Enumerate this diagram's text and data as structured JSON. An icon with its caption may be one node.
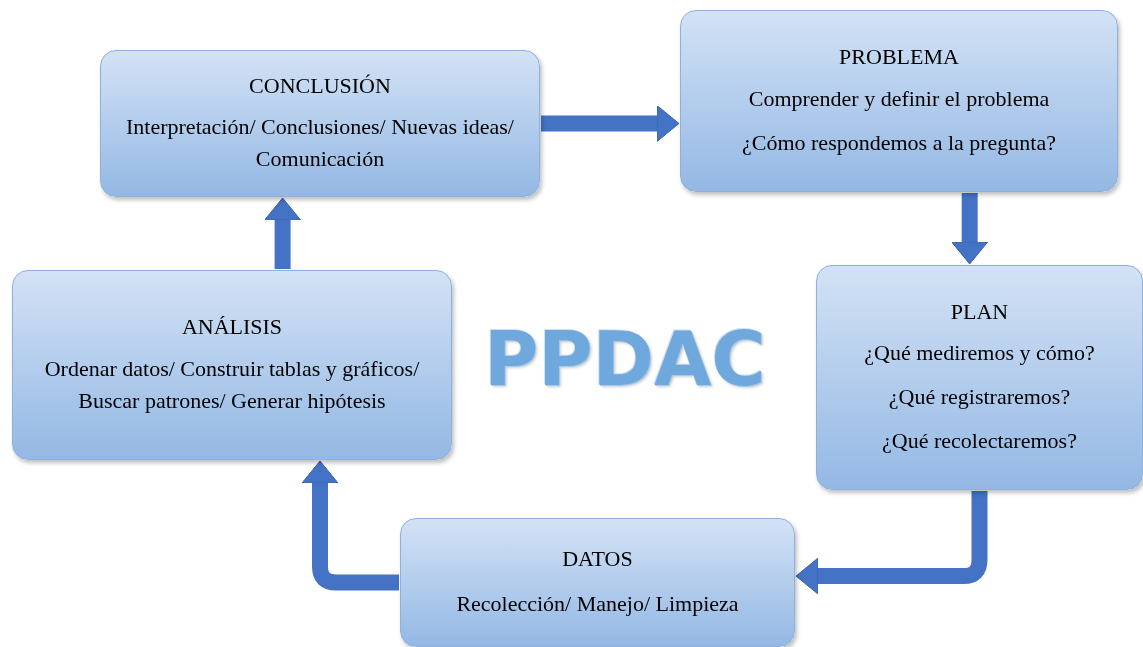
{
  "diagram": {
    "nodes": [
      {
        "text": [
          "CONCLUSIÓN",
          "Interpretación/ Conclusiones/ Nuevas ideas/ Comunicación"
        ]
      },
      {
        "text": [
          "PROBLEMA",
          "Comprender y definir el problema",
          "¿Cómo respondemos a la pregunta?"
        ]
      },
      {
        "text": [
          "PLAN",
          "¿Qué mediremos y cómo?",
          "¿Qué registraremos?",
          "¿Qué recolectaremos?"
        ]
      },
      {
        "text": [
          "DATOS",
          "Recolección/ Manejo/ Limpieza"
        ]
      },
      {
        "text": [
          "ANÁLISIS",
          "Ordenar datos/ Construir tablas y gráficos/ Buscar patrones/ Generar hipótesis"
        ]
      }
    ],
    "edges": [
      {
        "from": 0,
        "to": 1,
        "arrow": "to"
      },
      {
        "from": 1,
        "to": 2,
        "arrow": "to"
      },
      {
        "from": 2,
        "to": 3,
        "arrow": "to"
      },
      {
        "from": 3,
        "to": 4,
        "arrow": "to"
      },
      {
        "from": 4,
        "to": 0,
        "arrow": "to"
      }
    ],
    "labels": [
      "PPDAC"
    ]
  }
}
